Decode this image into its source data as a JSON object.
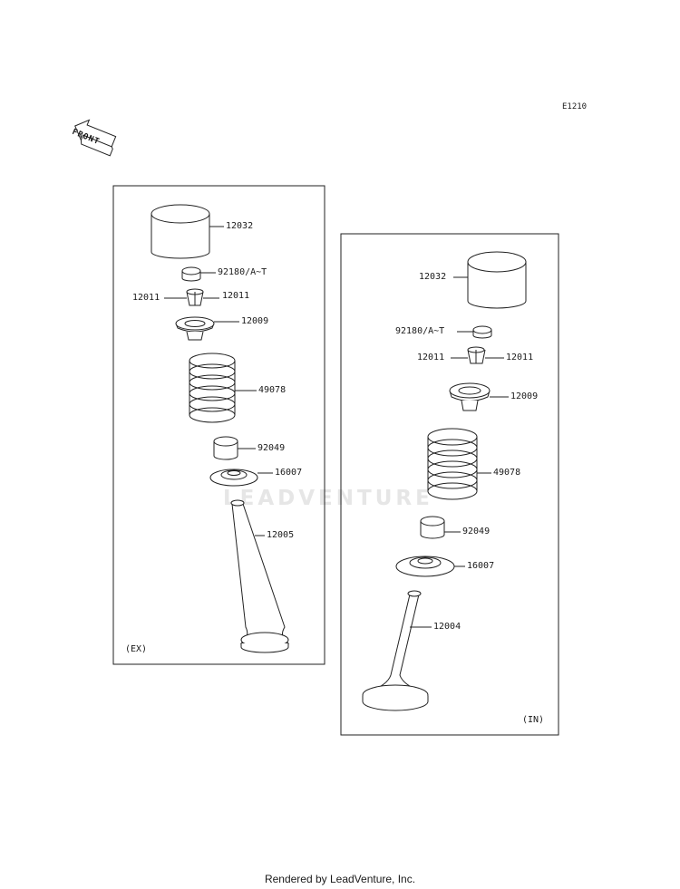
{
  "diagram_code": "E1210",
  "front_label": "FRONT",
  "watermark": "LEADVENTURE",
  "footer": "Rendered by LeadVenture, Inc.",
  "panels": {
    "ex": {
      "tag": "(EX)",
      "labels": {
        "lifter": "12032",
        "shim": "92180/A~T",
        "cotter_left": "12011",
        "cotter_right": "12011",
        "retainer": "12009",
        "spring": "49078",
        "stem_seal": "92049",
        "spring_seat": "16007",
        "valve": "12005"
      }
    },
    "in": {
      "tag": "(IN)",
      "labels": {
        "lifter": "12032",
        "shim": "92180/A~T",
        "cotter_left": "12011",
        "cotter_right": "12011",
        "retainer": "12009",
        "spring": "49078",
        "stem_seal": "92049",
        "spring_seat": "16007",
        "valve": "12004"
      }
    }
  }
}
